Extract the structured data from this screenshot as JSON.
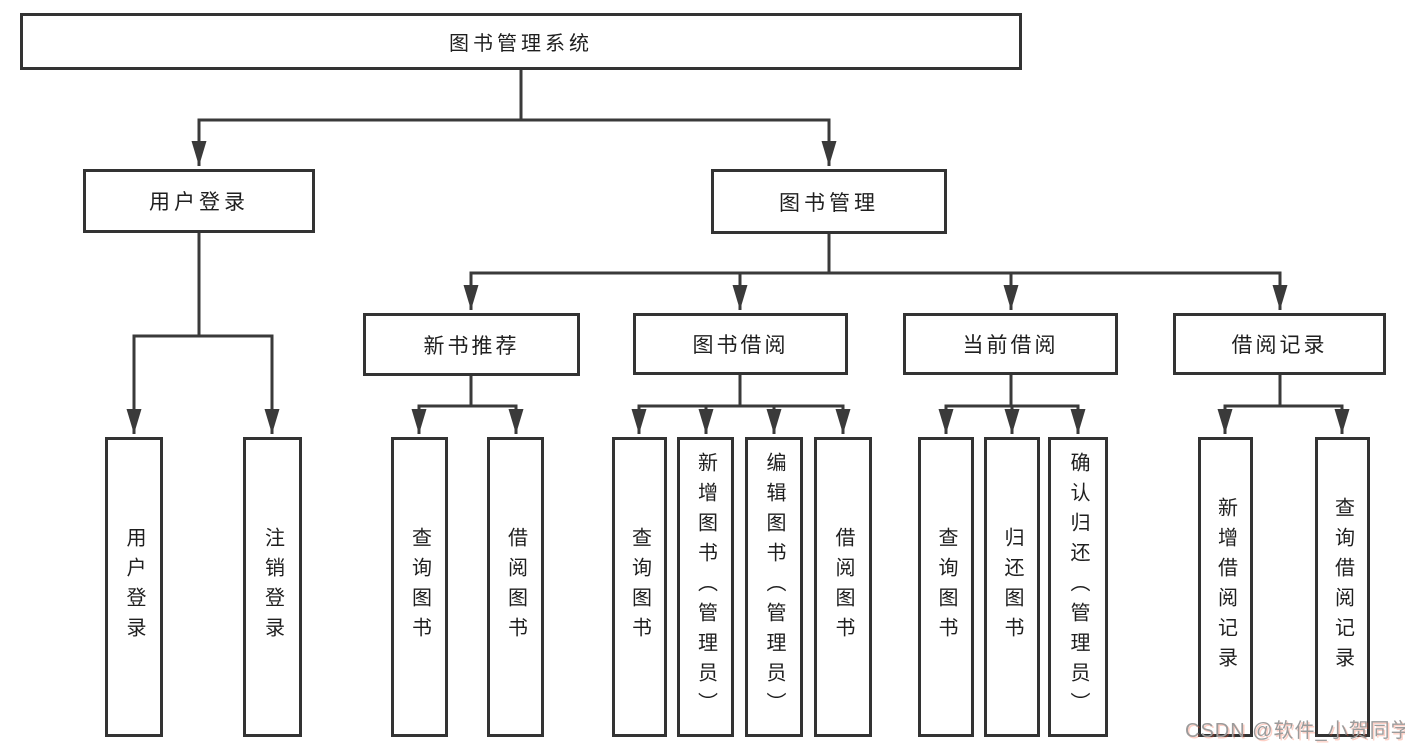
{
  "diagram": {
    "root": {
      "label": "图书管理系统"
    },
    "branches": [
      {
        "label": "用户登录",
        "leaves": [
          "用户登录",
          "注销登录"
        ]
      },
      {
        "label": "图书管理",
        "groups": [
          {
            "label": "新书推荐",
            "leaves": [
              "查询图书",
              "借阅图书"
            ]
          },
          {
            "label": "图书借阅",
            "leaves": [
              "查询图书",
              "新增图书（管理员）",
              "编辑图书（管理员）",
              "借阅图书"
            ]
          },
          {
            "label": "当前借阅",
            "leaves": [
              "查询图书",
              "归还图书",
              "确认归还（管理员）"
            ]
          },
          {
            "label": "借阅记录",
            "leaves": [
              "新增借阅记录",
              "查询借阅记录"
            ]
          }
        ]
      }
    ]
  },
  "watermark": {
    "text": "CSDN @软件_小贺同学"
  },
  "colors": {
    "line": "#3a3a3a",
    "box_border": "#333333",
    "text": "#1f1f1f",
    "watermark": "#9b9b9b",
    "watermark_accent": "#fc5531",
    "background": "#ffffff"
  }
}
